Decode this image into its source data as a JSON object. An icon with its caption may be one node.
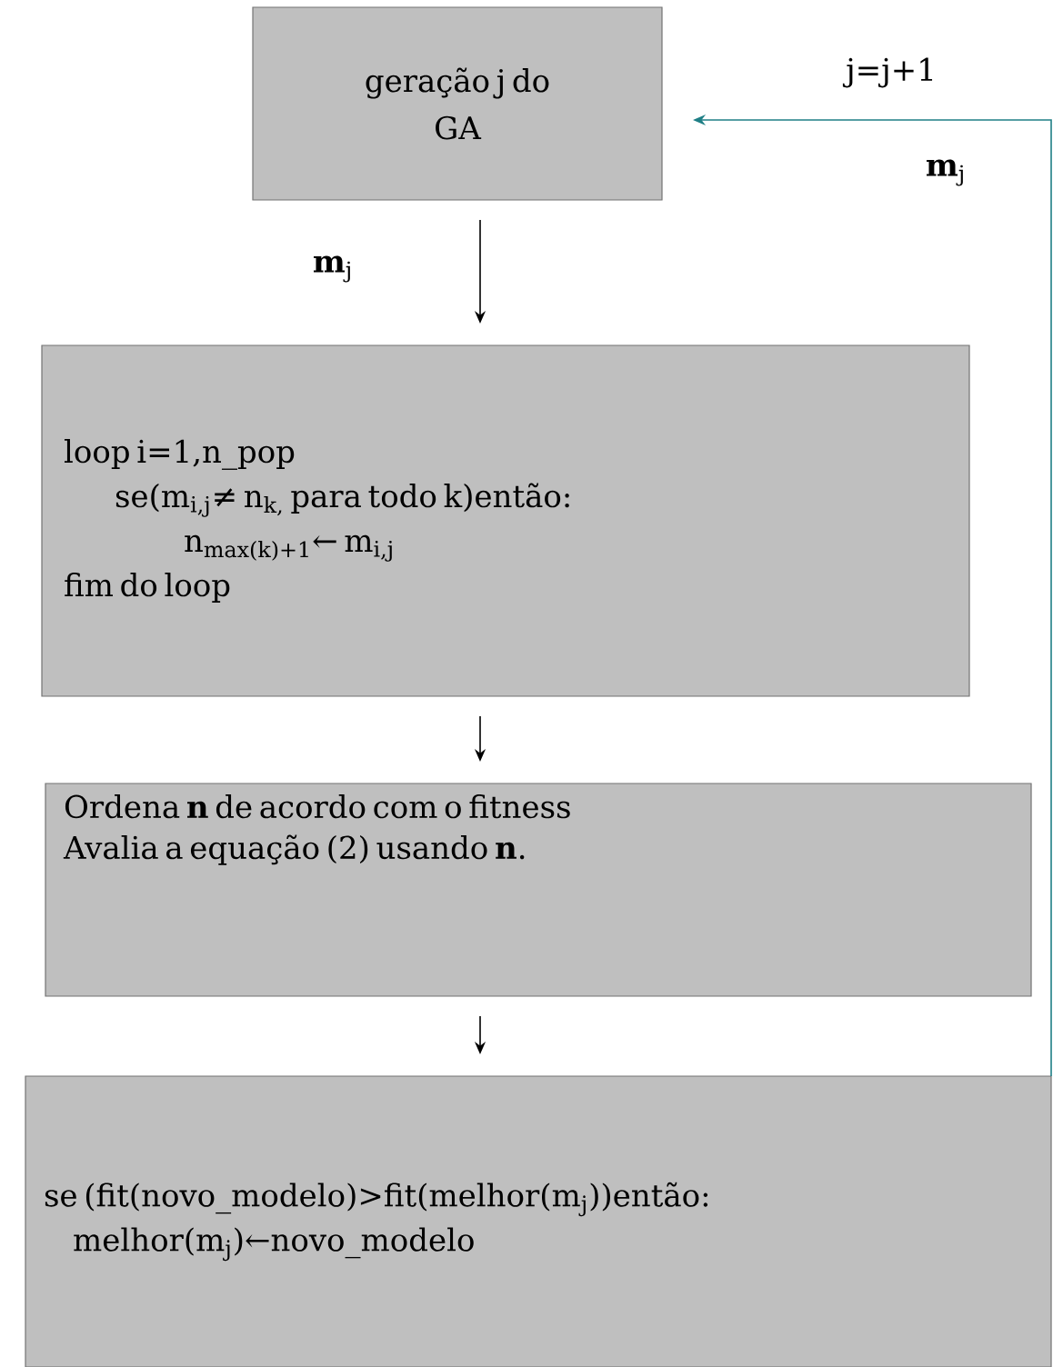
{
  "diagram": {
    "nodes": [
      {
        "text": [
          "geração j do GA"
        ]
      },
      {
        "text": [
          "loop i=1,n_pop",
          "se(m$_{i,j}$≠ n$_{k,}$ para todo k)então:",
          "n$_{max(k)+1}$← m$_{i,j}$",
          "fim do loop"
        ]
      },
      {
        "text": [
          "Ordena **n** de acordo com o fitness",
          "Avalia a equação (2) usando **n**."
        ]
      },
      {
        "text": [
          "se (fit(novo_modelo)>fit(melhor(m$_{j}$))então:",
          "melhor(m$_{j}$)←novo_modelo"
        ]
      }
    ],
    "edges": [
      {
        "from": 0,
        "to": 1,
        "arrow": "to",
        "label": "**m**$_{j}$"
      },
      {
        "from": 1,
        "to": 2,
        "arrow": "to"
      },
      {
        "from": 2,
        "to": 3,
        "arrow": "to"
      },
      {
        "from": 3,
        "to": 0,
        "arrow": "to",
        "label": "j=j+1",
        "color": "#1f7f86"
      }
    ],
    "labels": [
      "**m**$_{j}$"
    ]
  }
}
